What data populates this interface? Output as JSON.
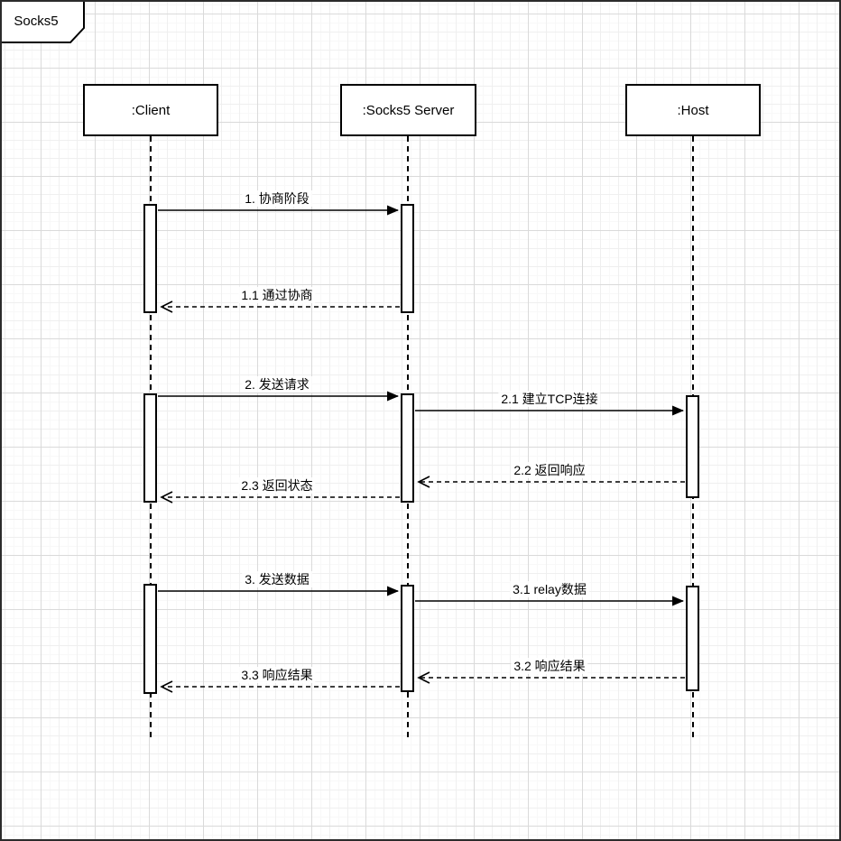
{
  "diagram": {
    "title": "Socks5",
    "type": "uml-sequence-diagram",
    "colors": {
      "stroke": "#000000",
      "fill": "#ffffff",
      "grid_major": "#dadada",
      "grid_minor": "#efefef"
    },
    "actors": [
      {
        "id": "client",
        "label": ":Client"
      },
      {
        "id": "server",
        "label": ":Socks5 Server"
      },
      {
        "id": "host",
        "label": ":Host"
      }
    ],
    "messages": [
      {
        "seq": "1",
        "label": "1. 协商阶段",
        "from": ":Client",
        "to": ":Socks5 Server",
        "style": "solid-call"
      },
      {
        "seq": "1.1",
        "label": "1.1 通过协商",
        "from": ":Socks5 Server",
        "to": ":Client",
        "style": "dashed-return"
      },
      {
        "seq": "2",
        "label": "2. 发送请求",
        "from": ":Client",
        "to": ":Socks5 Server",
        "style": "solid-call"
      },
      {
        "seq": "2.1",
        "label": "2.1 建立TCP连接",
        "from": ":Socks5 Server",
        "to": ":Host",
        "style": "solid-call"
      },
      {
        "seq": "2.2",
        "label": "2.2 返回响应",
        "from": ":Host",
        "to": ":Socks5 Server",
        "style": "dashed-return"
      },
      {
        "seq": "2.3",
        "label": "2.3 返回状态",
        "from": ":Socks5 Server",
        "to": ":Client",
        "style": "dashed-return"
      },
      {
        "seq": "3",
        "label": "3. 发送数据",
        "from": ":Client",
        "to": ":Socks5 Server",
        "style": "solid-call"
      },
      {
        "seq": "3.1",
        "label": "3.1 relay数据",
        "from": ":Socks5 Server",
        "to": ":Host",
        "style": "solid-call"
      },
      {
        "seq": "3.2",
        "label": "3.2 响应结果",
        "from": ":Host",
        "to": ":Socks5 Server",
        "style": "dashed-return"
      },
      {
        "seq": "3.3",
        "label": "3.3 响应结果",
        "from": ":Socks5 Server",
        "to": ":Client",
        "style": "dashed-return"
      }
    ]
  }
}
